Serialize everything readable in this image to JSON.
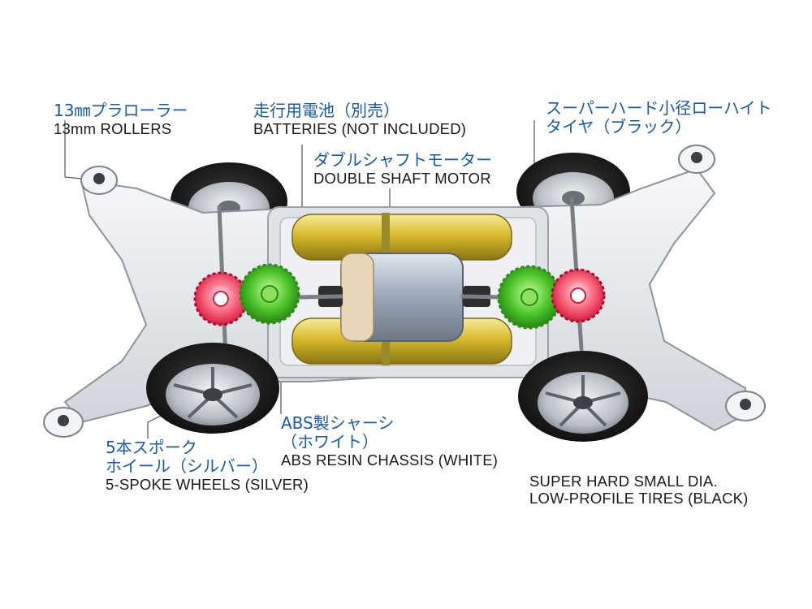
{
  "colors": {
    "label_jp": "#1a5aa8",
    "label_en": "#1b1b1b",
    "leader": "#444444",
    "chassis": "#e8ebef",
    "battery": "#e0c53a",
    "gear_green": "#49c72a",
    "gear_red": "#e8284a",
    "tire": "#1e1e1e",
    "wheel": "#c9cdd2"
  },
  "labels": {
    "rollers": {
      "jp": "13㎜プラローラー",
      "en": "13mm ROLLERS"
    },
    "batteries": {
      "jp": "走行用電池（別売）",
      "en": "BATTERIES (NOT INCLUDED)"
    },
    "motor": {
      "jp": "ダブルシャフトモーター",
      "en": "DOUBLE SHAFT MOTOR"
    },
    "tires": {
      "jp1": "スーパーハード小径ローハイト",
      "jp2": "タイヤ（ブラック）",
      "en1": "SUPER HARD SMALL DIA.",
      "en2": "LOW-PROFILE TIRES (BLACK)"
    },
    "chassis": {
      "jp1": "ABS製シャーシ",
      "jp2": "（ホワイト）",
      "en": "ABS RESIN CHASSIS (WHITE)"
    },
    "wheels": {
      "jp1": "5本スポーク",
      "jp2": "ホイール（シルバー）",
      "en": "5-SPOKE WHEELS (SILVER)"
    }
  }
}
